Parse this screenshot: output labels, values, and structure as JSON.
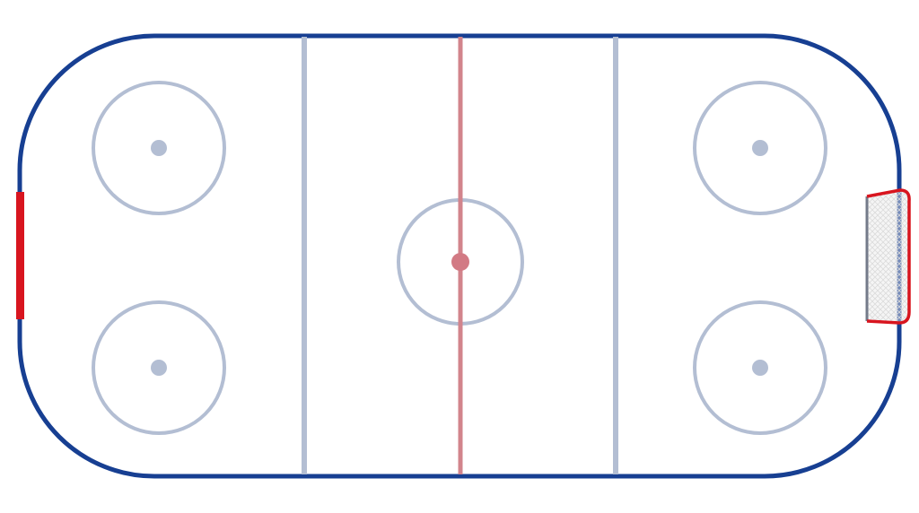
{
  "rink": {
    "colors": {
      "background": "#ffffff",
      "boards": "#173f92",
      "blue_line": "#b3bed3",
      "center_line": "#d2848c",
      "center_dot": "#d27a84",
      "circle": "#b3bed3",
      "goal_frame": "#d8151f",
      "goal_back": "#747b8a",
      "net_fill": "#e6e6e6",
      "net_mesh": "#c9c9c9"
    },
    "elements": {
      "boards": "rink-boards",
      "center_line": "center-red-line",
      "blue_lines": [
        "left-blue-line",
        "right-blue-line"
      ],
      "center_circle": "center-faceoff-circle",
      "faceoff_circles": [
        "faceoff-circle-top-left",
        "faceoff-circle-bottom-left",
        "faceoff-circle-top-right",
        "faceoff-circle-bottom-right"
      ],
      "left_goal": "left-goal-marker",
      "right_goal": "right-goal-net"
    }
  }
}
